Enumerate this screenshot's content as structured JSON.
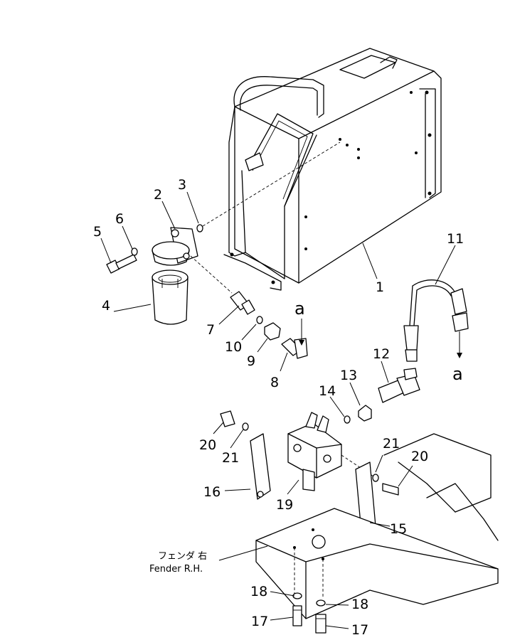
{
  "diagram": {
    "callouts": [
      {
        "id": "p1",
        "text": "1"
      },
      {
        "id": "p2",
        "text": "2"
      },
      {
        "id": "p3",
        "text": "3"
      },
      {
        "id": "p4",
        "text": "4"
      },
      {
        "id": "p5",
        "text": "5"
      },
      {
        "id": "p6",
        "text": "6"
      },
      {
        "id": "p7",
        "text": "7"
      },
      {
        "id": "p8",
        "text": "8"
      },
      {
        "id": "p9",
        "text": "9"
      },
      {
        "id": "p10",
        "text": "10"
      },
      {
        "id": "p11",
        "text": "11"
      },
      {
        "id": "p12",
        "text": "12"
      },
      {
        "id": "p13",
        "text": "13"
      },
      {
        "id": "p14",
        "text": "14"
      },
      {
        "id": "p15",
        "text": "15"
      },
      {
        "id": "p16",
        "text": "16"
      },
      {
        "id": "p17a",
        "text": "17"
      },
      {
        "id": "p17b",
        "text": "17"
      },
      {
        "id": "p18a",
        "text": "18"
      },
      {
        "id": "p18b",
        "text": "18"
      },
      {
        "id": "p19",
        "text": "19"
      },
      {
        "id": "p20a",
        "text": "20"
      },
      {
        "id": "p20b",
        "text": "20"
      },
      {
        "id": "p21a",
        "text": "21"
      },
      {
        "id": "p21b",
        "text": "21"
      }
    ],
    "refs": {
      "a1": "a",
      "a2": "a"
    },
    "fender_jp": "フェンダ 右",
    "fender_en": "Fender R.H."
  }
}
